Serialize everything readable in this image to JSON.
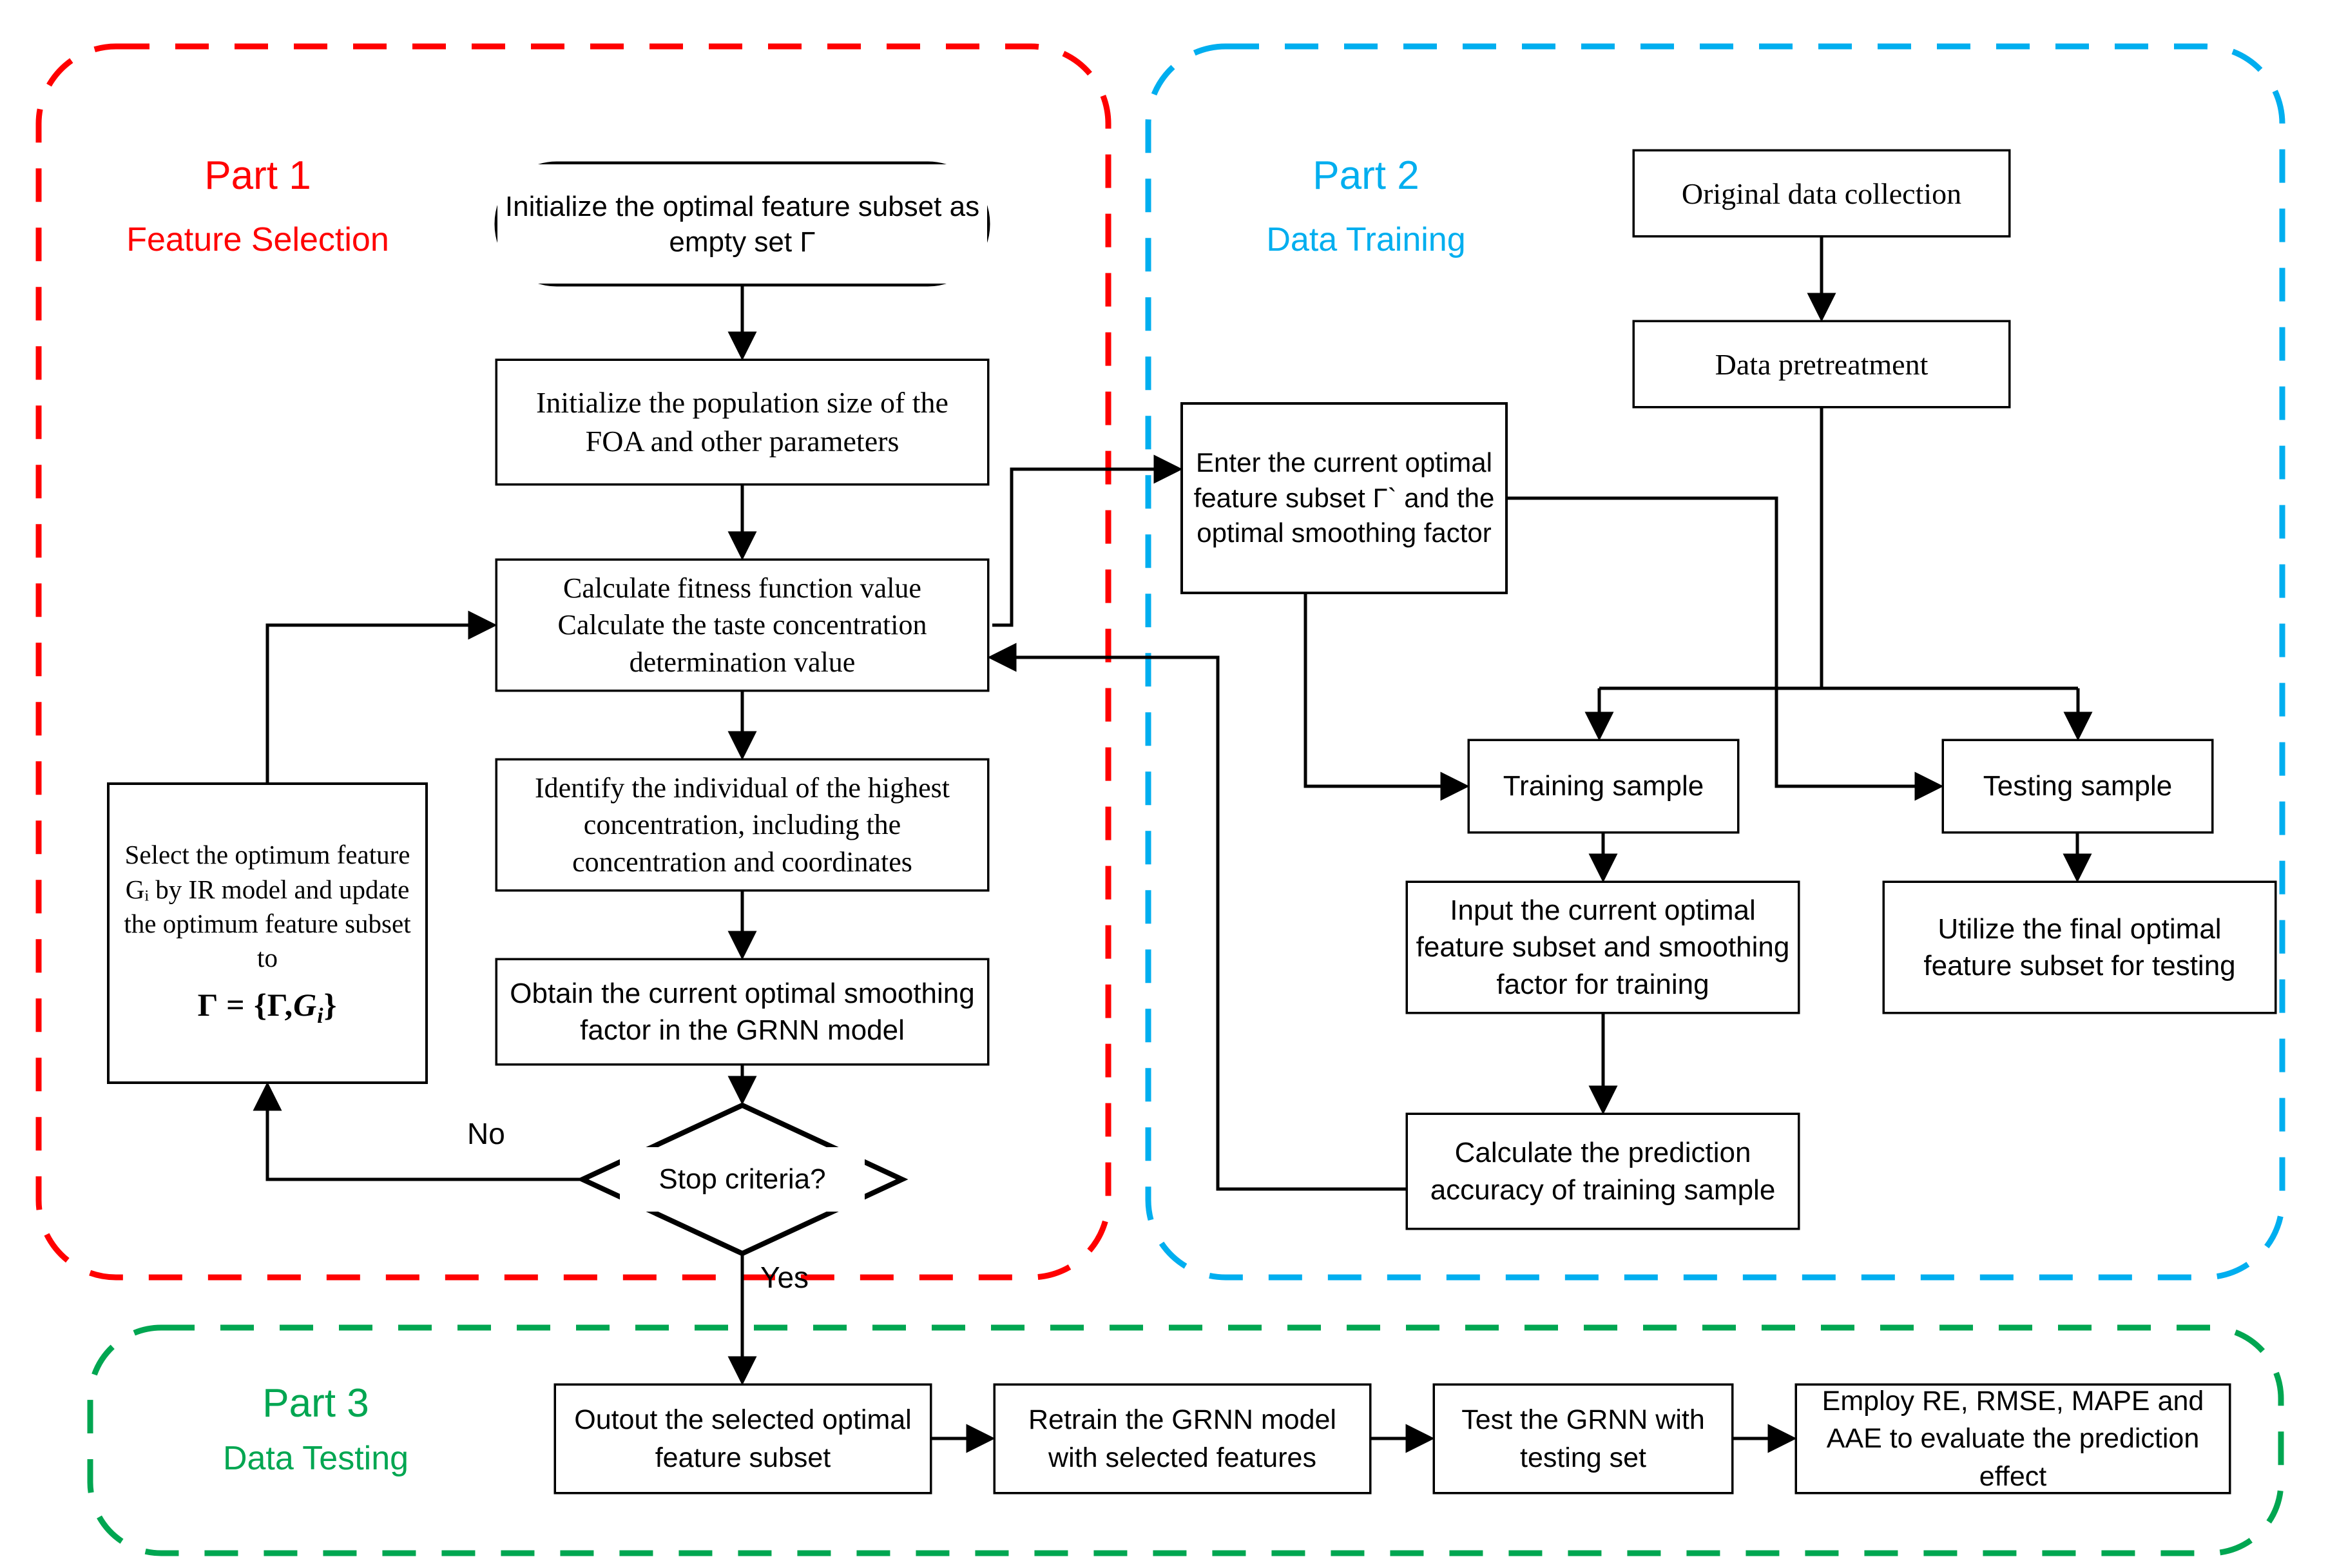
{
  "colors": {
    "part1": "#FF0000",
    "part2": "#00AEEF",
    "part3": "#00A651",
    "stroke": "#000000",
    "background": "#FFFFFF"
  },
  "regions": {
    "part1": {
      "title": "Part 1",
      "subtitle": "Feature Selection"
    },
    "part2": {
      "title": "Part 2",
      "subtitle": "Data Training"
    },
    "part3": {
      "title": "Part 3",
      "subtitle": "Data Testing"
    }
  },
  "nodes": {
    "init_subset": "Initialize the optimal feature subset as empty set  Γ",
    "init_population": "Initialize the population size of the FOA and other parameters",
    "calc_fitness": "Calculate fitness function value\nCalculate the taste concentration determination value",
    "identify_individual": "Identify the individual of the highest concentration, including the concentration and coordinates",
    "obtain_smoothing": "Obtain the current optimal smoothing factor in the GRNN model",
    "stop_criteria": "Stop criteria?",
    "select_optimum_text": "Select the optimum feature Gᵢ by IR model and update the optimum feature subset to",
    "select_optimum_formula_lhs": "Γ = {Γ,",
    "select_optimum_formula_g": "G",
    "select_optimum_formula_sub": "i",
    "select_optimum_formula_rhs": "}",
    "original_data": "Original  data collection",
    "data_pretreatment": "Data pretreatment",
    "enter_current": "Enter the current optimal feature subset Γ` and the optimal smoothing factor",
    "training_sample": "Training sample",
    "testing_sample": "Testing sample",
    "input_current": "Input the current optimal feature subset and smoothing factor for training",
    "utilize_final": "Utilize the final optimal feature subset for testing",
    "calc_prediction": "Calculate the prediction accuracy of training sample",
    "output_subset": "Outout the selected optimal feature subset",
    "retrain_grnn": "Retrain the GRNN model with selected features",
    "test_grnn": "Test the GRNN with testing set",
    "employ_metrics": "Employ RE, RMSE, MAPE and AAE to evaluate the prediction effect"
  },
  "edge_labels": {
    "no": "No",
    "yes": "Yes"
  }
}
